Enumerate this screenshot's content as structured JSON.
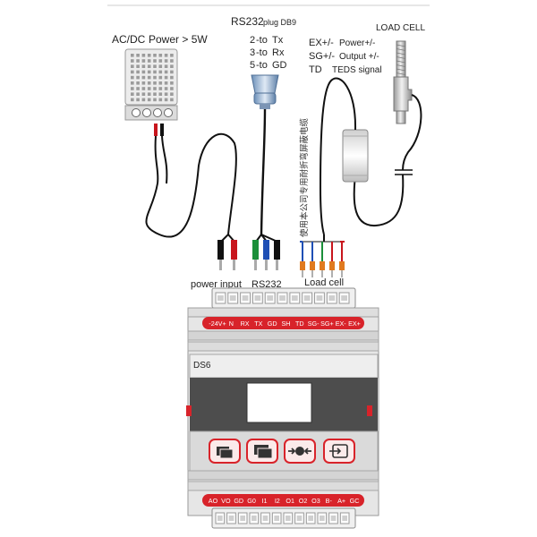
{
  "power_supply": {
    "title_prefix": "AC/DC",
    "title_main": "Power > 5W"
  },
  "rs232": {
    "title_main": "RS232",
    "title_small": "plug DB9",
    "pins": [
      {
        "num": "2",
        "to": "-to",
        "sig": "Tx"
      },
      {
        "num": "3",
        "to": "-to",
        "sig": "Rx"
      },
      {
        "num": "5",
        "to": "-to",
        "sig": "GD"
      }
    ]
  },
  "load_cell": {
    "title": "LOAD CELL",
    "lines": [
      {
        "code": "EX+/-",
        "desc": "Power+/-"
      },
      {
        "code": "SG+/-",
        "desc": "Output +/-"
      },
      {
        "code": "TD",
        "desc": "TEDS signal"
      }
    ],
    "cable_note": "使用本公司专用耐折弯屏蔽电缆"
  },
  "connector_labels": {
    "power": "power input",
    "rs232": "RS232",
    "load": "Load cell"
  },
  "device": {
    "model": "DS6",
    "top_terminals": [
      "-24V+",
      "N",
      "RX",
      "TX",
      "GD",
      "SH",
      "TD",
      "SG-",
      "SG+",
      "EX-",
      "EX+"
    ],
    "bottom_terminals": [
      "AO",
      "VO",
      "GD",
      "G0",
      "I1",
      "I2",
      "O1",
      "O2",
      "O3",
      "B-",
      "A+",
      "GC"
    ],
    "buttons": [
      "window-icon",
      "stack-icon",
      "arrows-icon",
      "enter-icon"
    ]
  },
  "colors": {
    "accent_red": "#d8232a",
    "device_body": "#e6e6e6",
    "device_dark": "#4d4d4d",
    "wire_red": "#c8161d",
    "wire_green": "#1b8f3a",
    "wire_blue": "#1f4fb5",
    "wire_orange": "#e07a1f"
  }
}
